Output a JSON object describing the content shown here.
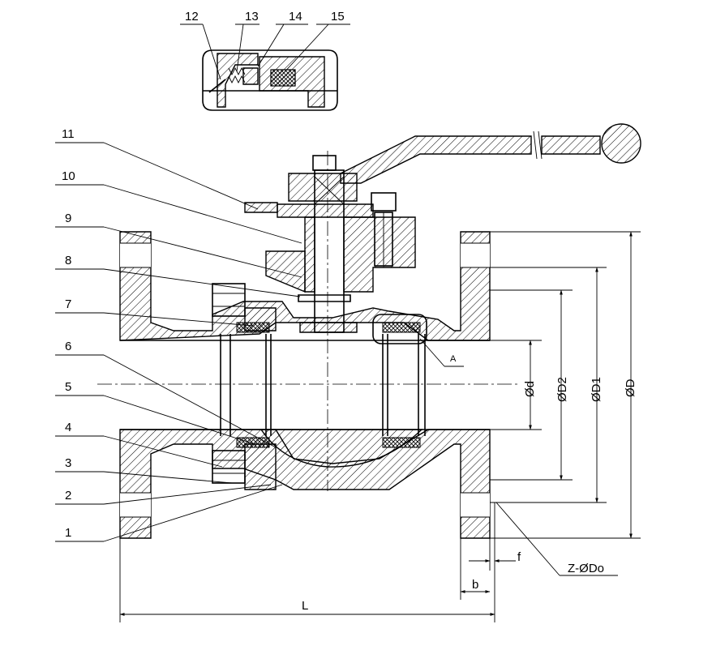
{
  "part_labels": [
    "1",
    "2",
    "3",
    "4",
    "5",
    "6",
    "7",
    "8",
    "9",
    "10",
    "11",
    "12",
    "13",
    "14",
    "15"
  ],
  "detail_label": "A",
  "dimensions": {
    "d": "Ød",
    "d2": "ØD2",
    "d1": "ØD1",
    "D": "ØD",
    "f": "f",
    "b": "b",
    "L": "L",
    "bolt_holes": "Z-ØDo"
  }
}
